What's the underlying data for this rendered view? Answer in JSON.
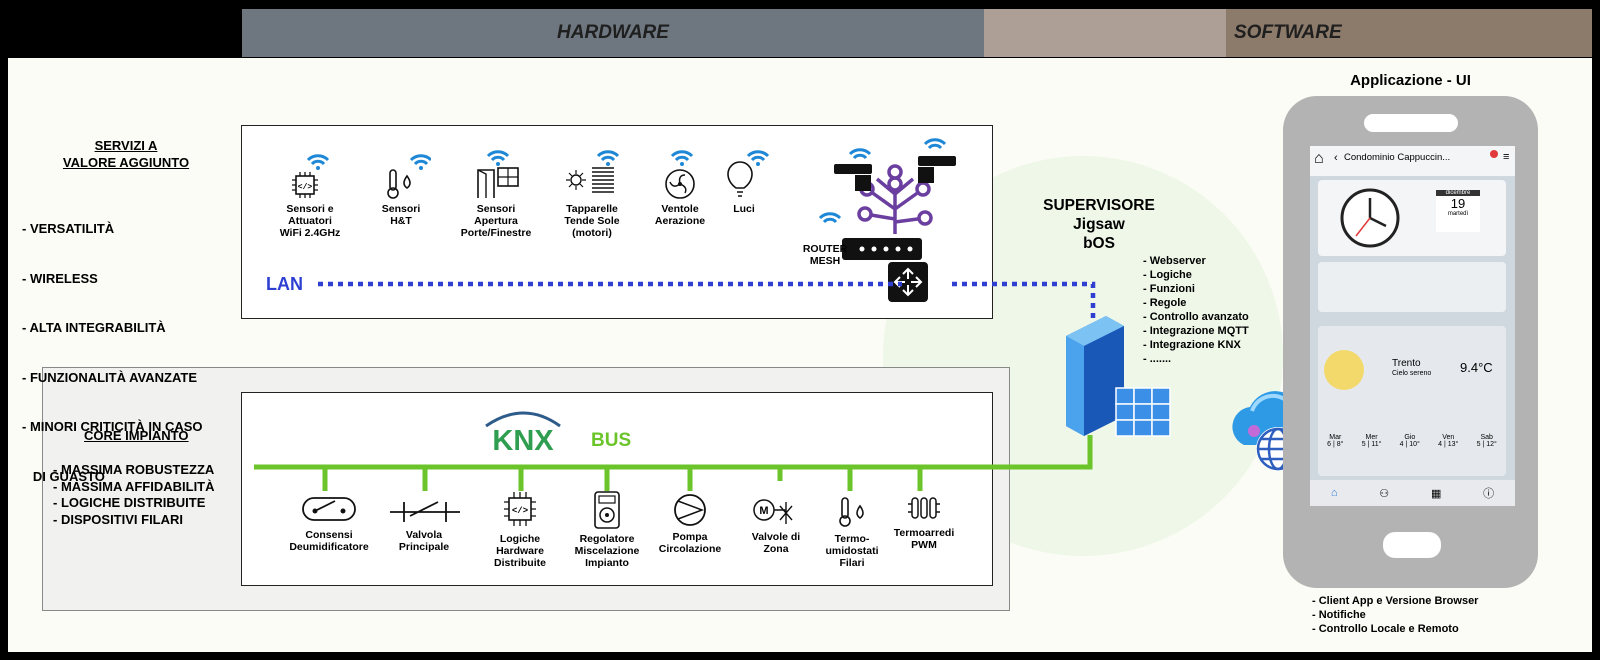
{
  "header": {
    "hardware": "HARDWARE",
    "software": "SOFTWARE"
  },
  "app_title": "Applicazione - UI",
  "servizi": {
    "title_line1": "SERVIZI A",
    "title_line2": "VALORE AGGIUNTO",
    "items": [
      "- VERSATILITÀ",
      "- WIRELESS",
      "- ALTA INTEGRABILITÀ",
      "- FUNZIONALITÀ AVANZATE",
      "- MINORI CRITICITÀ IN CASO",
      "   DI GUASTO"
    ]
  },
  "core": {
    "title": "CORE IMPIANTO",
    "items": [
      "- MASSIMA ROBUSTEZZA",
      "- MASSIMA AFFIDABILITÀ",
      "- LOGICHE DISTRIBUITE",
      "- DISPOSITIVI FILARI"
    ]
  },
  "wifi_devices": [
    {
      "l1": "Sensori e",
      "l2": "Attuatori",
      "l3": "WiFi 2.4GHz",
      "icon": "chip-icon"
    },
    {
      "l1": "Sensori",
      "l2": "H&T",
      "l3": "",
      "icon": "thermometer-drop-icon"
    },
    {
      "l1": "Sensori",
      "l2": "Apertura",
      "l3": "Porte/Finestre",
      "icon": "door-window-icon"
    },
    {
      "l1": "Tapparelle",
      "l2": "Tende Sole",
      "l3": "(motori)",
      "icon": "shutter-icon"
    },
    {
      "l1": "Ventole",
      "l2": "Aerazione",
      "l3": "",
      "icon": "fan-icon"
    },
    {
      "l1": "Luci",
      "l2": "",
      "l3": "",
      "icon": "bulb-icon"
    }
  ],
  "router": {
    "l1": "ROUTER",
    "l2": "MESH"
  },
  "lan_label": "LAN",
  "knx": {
    "logo": "KNX",
    "bus": "BUS"
  },
  "bus_devices": [
    {
      "l1": "Consensi",
      "l2": "Deumidificatore",
      "l3": "",
      "icon": "switch-icon"
    },
    {
      "l1": "Valvola",
      "l2": "Principale",
      "l3": "",
      "icon": "valve-symbol-icon"
    },
    {
      "l1": "Logiche",
      "l2": "Hardware",
      "l3": "Distribuite",
      "icon": "chip-icon"
    },
    {
      "l1": "Regolatore",
      "l2": "Miscelazione",
      "l3": "Impianto",
      "icon": "controller-icon"
    },
    {
      "l1": "Pompa",
      "l2": "Circolazione",
      "l3": "",
      "icon": "pump-icon"
    },
    {
      "l1": "Valvole di",
      "l2": "Zona",
      "l3": "",
      "icon": "motor-valve-icon"
    },
    {
      "l1": "Termo-",
      "l2": "umidostati",
      "l3": "Filari",
      "icon": "thermostat-icon"
    },
    {
      "l1": "Termoarredi",
      "l2": "PWM",
      "l3": "",
      "icon": "radiator-icon"
    }
  ],
  "supervisor": {
    "l1": "SUPERVISORE",
    "l2": "Jigsaw",
    "l3": "bOS",
    "items": [
      "- Webserver",
      "- Logiche",
      "- Funzioni",
      "- Regole",
      "- Controllo avanzato",
      "- Integrazione MQTT",
      "- Integrazione KNX",
      "- ......."
    ]
  },
  "app_screen": {
    "title": "Condominio Cappuccin...",
    "month": "dicembre",
    "day": "19",
    "weekday": "martedì",
    "city": "Trento",
    "weather": "Cielo sereno",
    "temp": "9.4°C",
    "forecast": [
      {
        "d": "Mar",
        "t": "6 | 8°"
      },
      {
        "d": "Mer",
        "t": "5 | 11°"
      },
      {
        "d": "Gio",
        "t": "4 | 10°"
      },
      {
        "d": "Ven",
        "t": "4 | 13°"
      },
      {
        "d": "Sab",
        "t": "5 | 12°"
      }
    ]
  },
  "client_list": [
    "- Client App e Versione Browser",
    "- Notifiche",
    "- Controllo Locale e Remoto"
  ],
  "colors": {
    "lan": "#2e3fd1",
    "bus": "#6ac42a",
    "wifi": "#1e88d6",
    "router_accent": "#6b3fa0"
  }
}
